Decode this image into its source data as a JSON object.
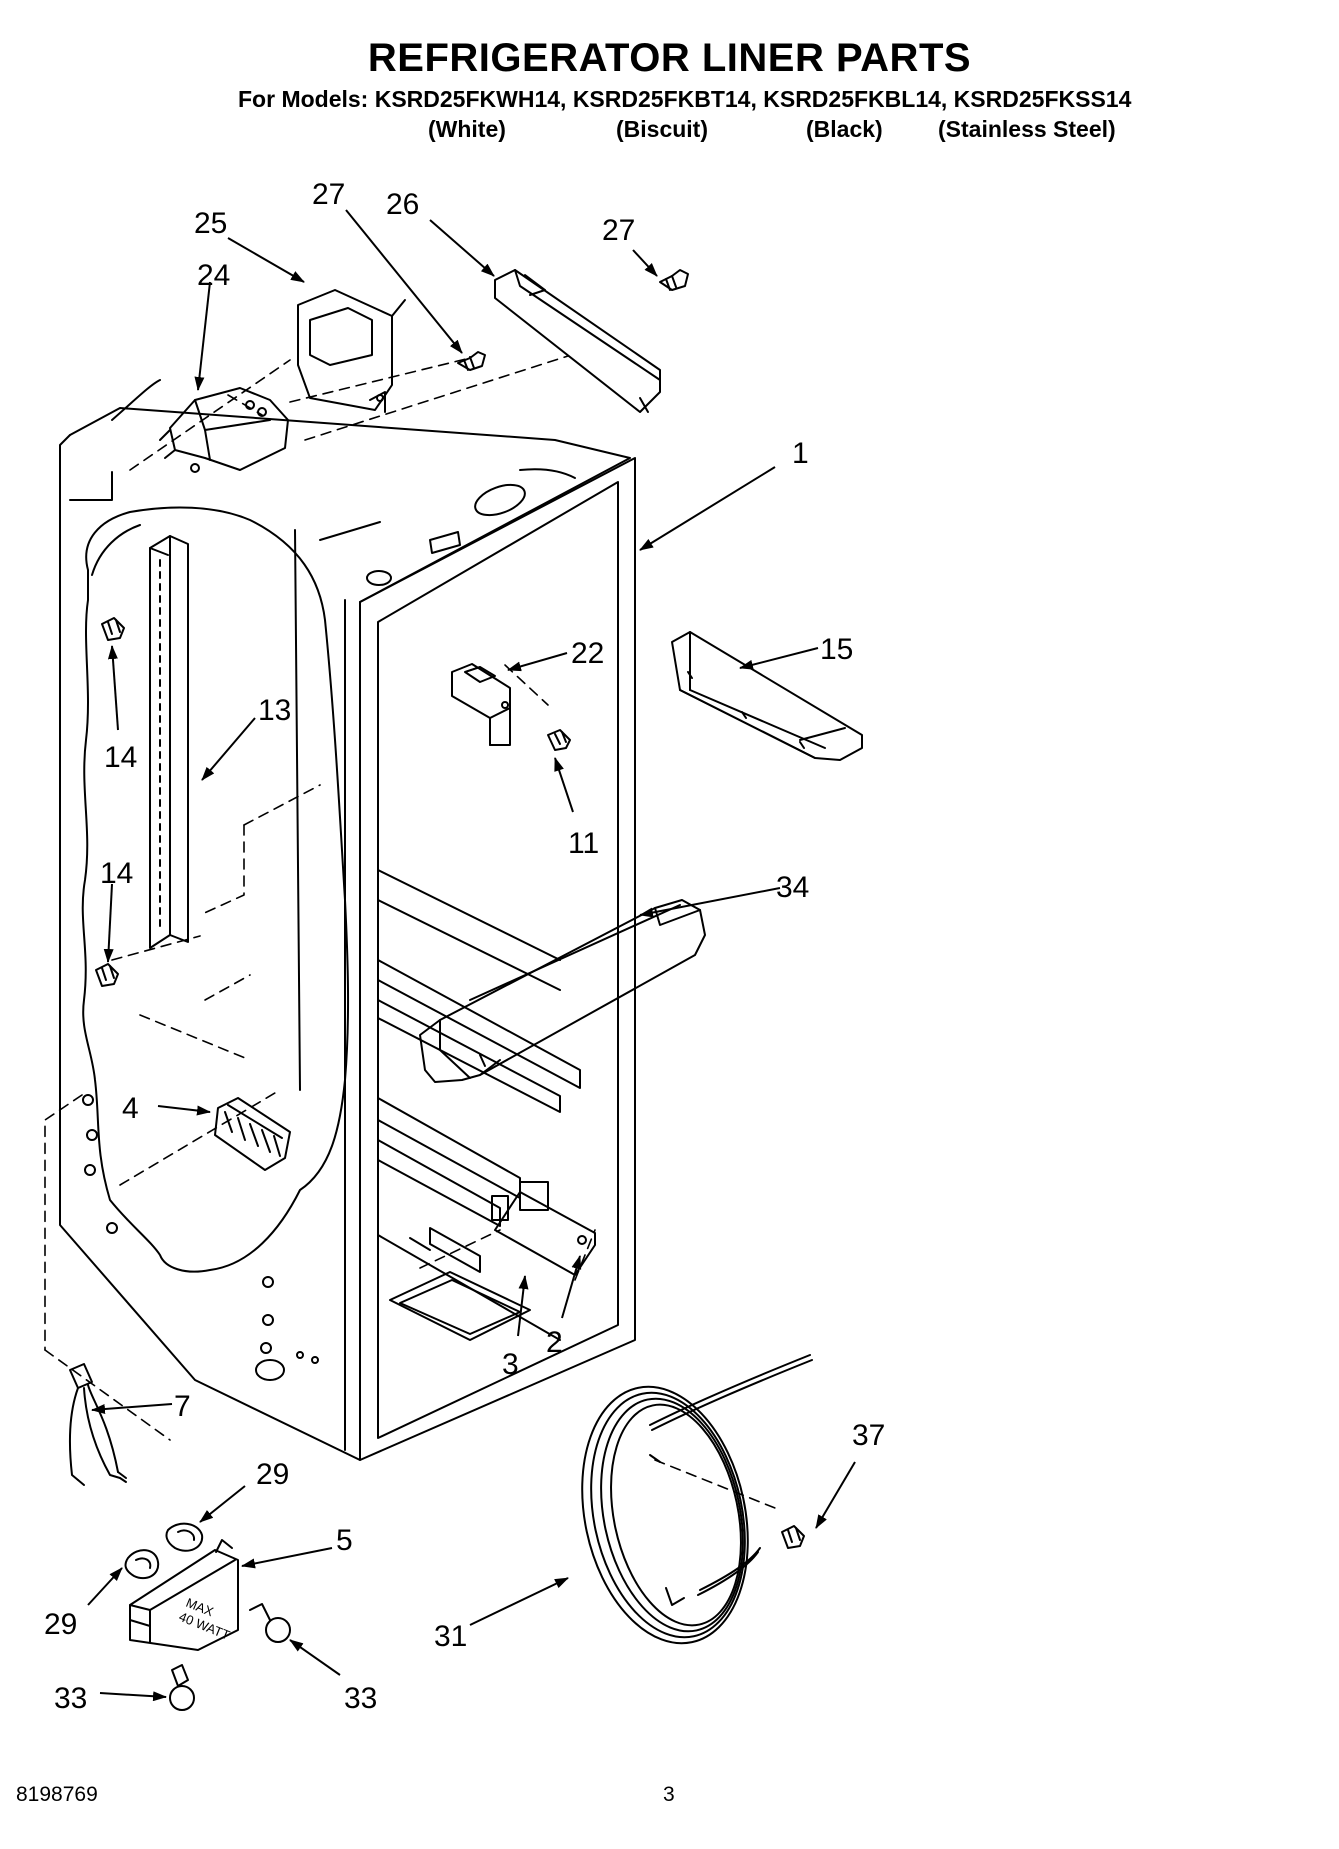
{
  "header": {
    "title": "REFRIGERATOR LINER PARTS",
    "models_line": "For Models: KSRD25FKWH14, KSRD25FKBT14, KSRD25FKBL14, KSRD25FKSS14",
    "colors": [
      "(White)",
      "(Biscuit)",
      "(Black)",
      "(Stainless Steel)"
    ]
  },
  "callouts": [
    {
      "id": "c27a",
      "label": "27"
    },
    {
      "id": "c26",
      "label": "26"
    },
    {
      "id": "c27b",
      "label": "27"
    },
    {
      "id": "c25",
      "label": "25"
    },
    {
      "id": "c24",
      "label": "24"
    },
    {
      "id": "c1",
      "label": "1"
    },
    {
      "id": "c22",
      "label": "22"
    },
    {
      "id": "c15",
      "label": "15"
    },
    {
      "id": "c13",
      "label": "13"
    },
    {
      "id": "c14a",
      "label": "14"
    },
    {
      "id": "c11",
      "label": "11"
    },
    {
      "id": "c14b",
      "label": "14"
    },
    {
      "id": "c34",
      "label": "34"
    },
    {
      "id": "c4",
      "label": "4"
    },
    {
      "id": "c3",
      "label": "3"
    },
    {
      "id": "c2",
      "label": "2"
    },
    {
      "id": "c7",
      "label": "7"
    },
    {
      "id": "c37",
      "label": "37"
    },
    {
      "id": "c29a",
      "label": "29"
    },
    {
      "id": "c5",
      "label": "5"
    },
    {
      "id": "c29b",
      "label": "29"
    },
    {
      "id": "c31",
      "label": "31"
    },
    {
      "id": "c33a",
      "label": "33"
    },
    {
      "id": "c33b",
      "label": "33"
    }
  ],
  "socket_marking": {
    "line1": "MAX",
    "line2": "40 WATT"
  },
  "footer": {
    "doc_number": "8198769",
    "page_number": "3"
  }
}
